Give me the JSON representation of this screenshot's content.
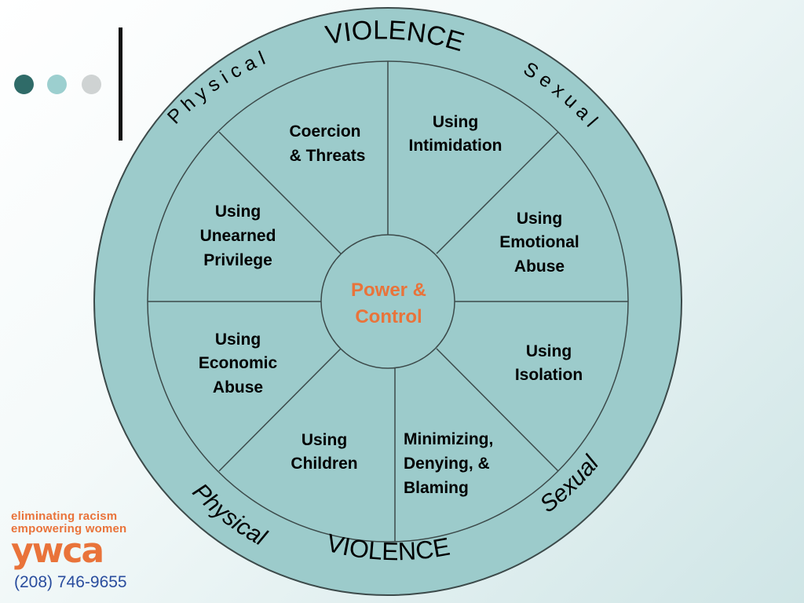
{
  "colors": {
    "wheel_fill": "#9ccbcb",
    "wheel_stroke": "#3c4a4a",
    "center_text": "#e9733a",
    "dot1": "#2f6b68",
    "dot2": "#9ccfcf",
    "dot3": "#cfd3d3",
    "brand": "#e9733a",
    "phone": "#2a4d9e"
  },
  "center": {
    "line1": "Power &",
    "line2": "Control"
  },
  "segments": [
    {
      "id": "coercion",
      "lines": [
        "Coercion",
        "& Threats"
      ]
    },
    {
      "id": "intimidation",
      "lines": [
        "Using",
        "Intimidation"
      ]
    },
    {
      "id": "emotional",
      "lines": [
        "Using",
        "Emotional",
        "Abuse"
      ]
    },
    {
      "id": "isolation",
      "lines": [
        "Using",
        "Isolation"
      ]
    },
    {
      "id": "minimizing",
      "lines": [
        "Minimizing,",
        "Denying, &",
        "Blaming"
      ]
    },
    {
      "id": "children",
      "lines": [
        "Using",
        "Children"
      ]
    },
    {
      "id": "economic",
      "lines": [
        "Using",
        "Economic",
        "Abuse"
      ]
    },
    {
      "id": "privilege",
      "lines": [
        "Using",
        "Unearned",
        "Privilege"
      ]
    }
  ],
  "rim": {
    "top_violence": "VIOLENCE",
    "top_physical": "P h y s i c a l",
    "top_sexual": "S e x u a l",
    "bottom_physical": "Physical",
    "bottom_sexual": "Sexual",
    "bottom_violence": "VIOLENCE"
  },
  "logo": {
    "tagline1": "eliminating racism",
    "tagline2": "empowering women",
    "brand": "ywca"
  },
  "phone": "(208) 746-9655"
}
